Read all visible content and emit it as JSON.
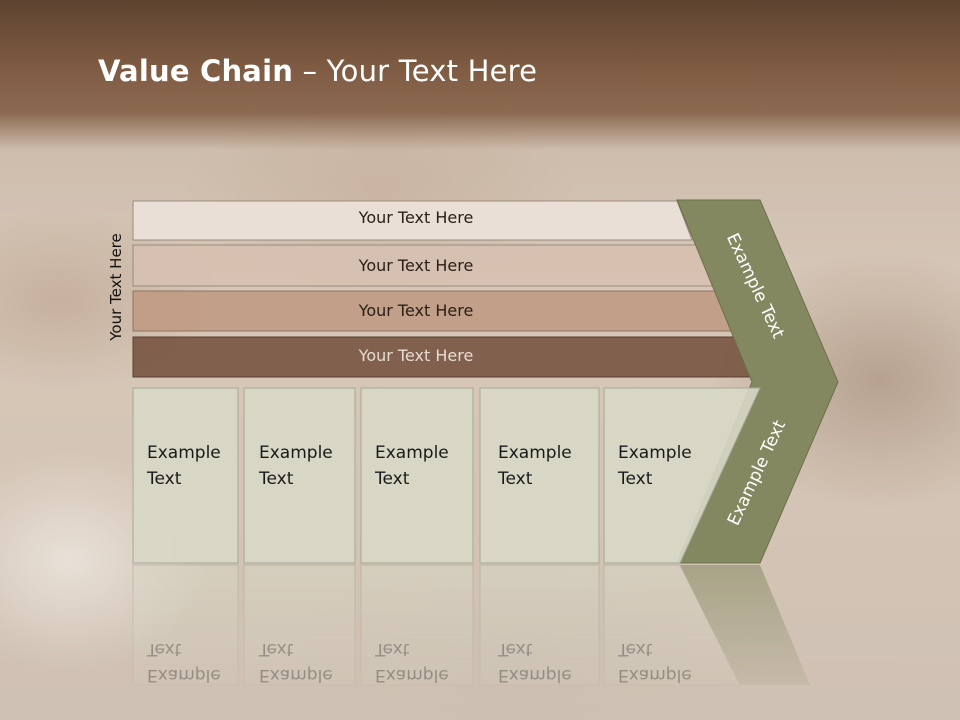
{
  "slide": {
    "title_bold": "Value Chain",
    "title_rest": " – Your Text Here",
    "side_label": "Your Text Here"
  },
  "support_activities": [
    {
      "label": "Your Text Here",
      "color": "#ebe2da"
    },
    {
      "label": "Your Text Here",
      "color": "#d6c0b1"
    },
    {
      "label": "Your Text Here",
      "color": "#c09b83"
    },
    {
      "label": "Your Text Here",
      "color": "#7a5744"
    }
  ],
  "primary_activities": [
    {
      "line1": "Example",
      "line2": "Text"
    },
    {
      "line1": "Example",
      "line2": "Text"
    },
    {
      "line1": "Example",
      "line2": "Text"
    },
    {
      "line1": "Example",
      "line2": "Text"
    },
    {
      "line1": "Example",
      "line2": "Text"
    }
  ],
  "margin_chevron": {
    "upper_label": "Example Text",
    "lower_label": "Example Text",
    "color": "#848860"
  },
  "colors": {
    "box_fill": "#d8d8c6",
    "box_stroke": "#a8a898",
    "header": "#6a4b36"
  }
}
